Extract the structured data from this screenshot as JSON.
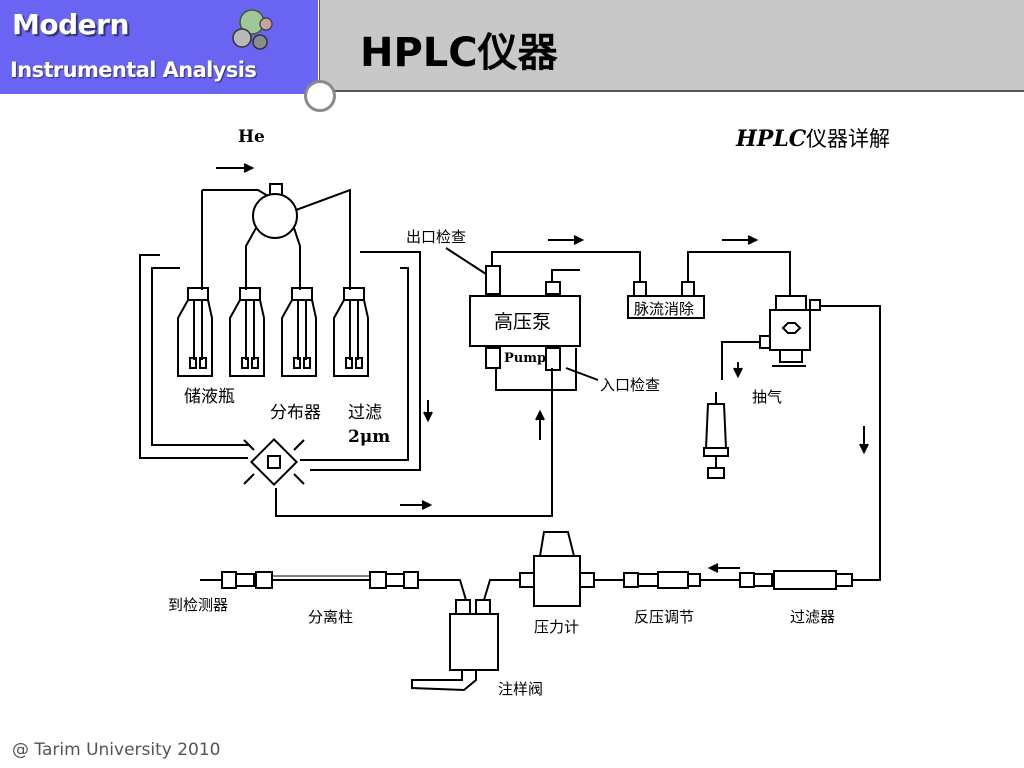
{
  "header": {
    "brand_title": "Modern",
    "brand_subtitle": "Instrumental Analysis",
    "page_title": "HPLC仪器"
  },
  "diagram": {
    "heading_italic": "HPLC",
    "heading_rest": "仪器详解",
    "labels": {
      "he": "He",
      "reservoir": "储液瓶",
      "distributor": "分布器",
      "filter_top": "过滤",
      "filter_size": "2μm",
      "outlet_check": "出口检查",
      "pump_cn": "高压泵",
      "pump_en": "Pump",
      "inlet_check": "入口检查",
      "pulse_damper": "脉流消除",
      "degas": "抽气",
      "to_detector": "到检测器",
      "column": "分离柱",
      "injector": "注样阀",
      "pressure_gauge": "压力计",
      "back_pressure": "反压调节",
      "filter": "过滤器"
    }
  },
  "footer": {
    "text": "@ Tarim University 2010"
  }
}
